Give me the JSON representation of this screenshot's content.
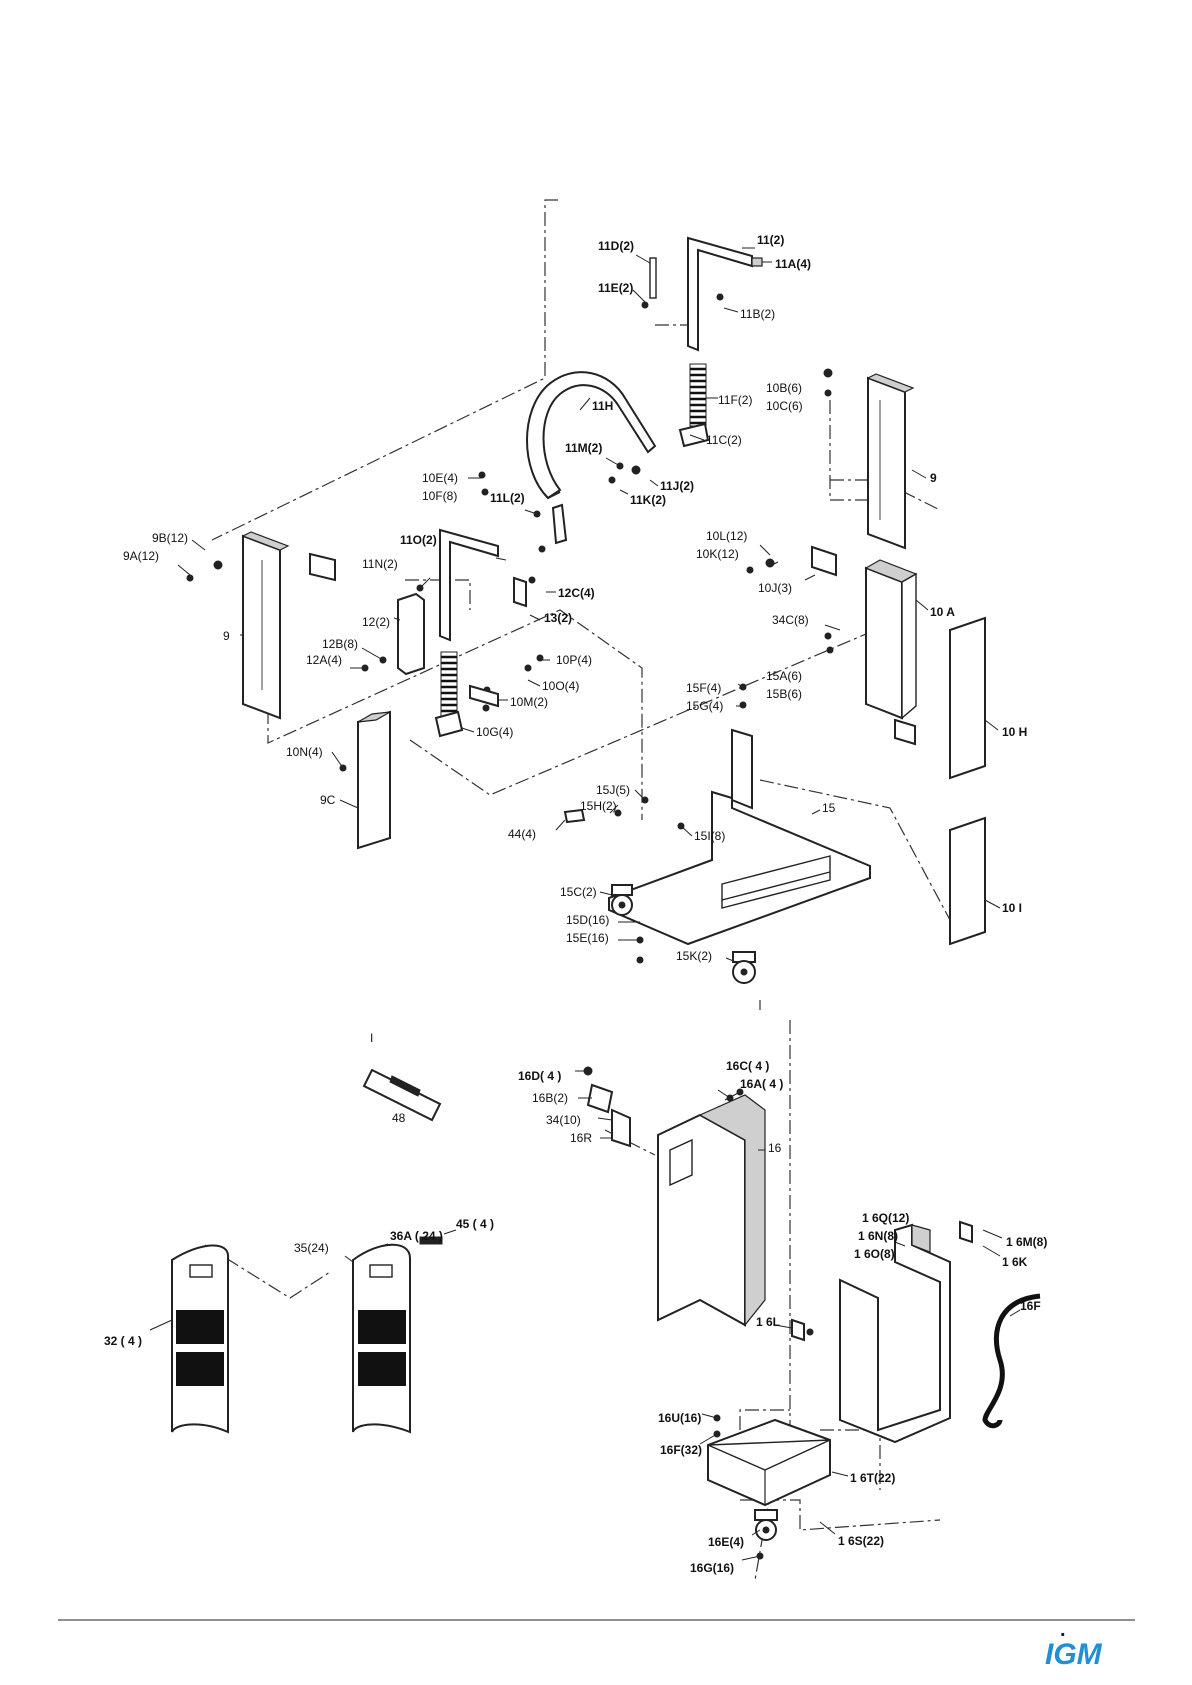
{
  "labels": {
    "11_2": "11(2)",
    "11D_2": "11D(2)",
    "11A_4": "11A(4)",
    "11E_2": "11E(2)",
    "11B_2": "11B(2)",
    "11F_2": "11F(2)",
    "10B_6": "10B(6)",
    "10C_6": "10C(6)",
    "11H": "11H",
    "11C_2": "11C(2)",
    "11M_2": "11M(2)",
    "11J_2": "11J(2)",
    "11K_2": "11K(2)",
    "9": "9",
    "10E_4": "10E(4)",
    "10F_8": "10F(8)",
    "11L_2": "11L(2)",
    "9B_12": "9B(12)",
    "9A_12": "9A(12)",
    "11O_2": "11O(2)",
    "11N_2": "11N(2)",
    "10L_12": "10L(12)",
    "10K_12": "10K(12)",
    "12C_4": "12C(4)",
    "13_2": "13(2)",
    "10J_3": "10J(3)",
    "9_left": "9",
    "12_2": "12(2)",
    "12B_8": "12B(8)",
    "12A_4": "12A(4)",
    "34C_8": "34C(8)",
    "10A": "10 A",
    "15A_6": "15A(6)",
    "15B_6": "15B(6)",
    "10P_4": "10P(4)",
    "10O_4": "10O(4)",
    "10M_2": "10M(2)",
    "15F_4": "15F(4)",
    "15G_4": "15G(4)",
    "10H": "10 H",
    "10N_4": "10N(4)",
    "10G_4": "10G(4)",
    "9C": "9C",
    "15J_5": "15J(5)",
    "15H_2": "15H(2)",
    "15": "15",
    "15I_8": "15I(8)",
    "44_4": "44(4)",
    "10I": "10 I",
    "15C_2": "15C(2)",
    "15D_16": "15D(16)",
    "15E_16": "15E(16)",
    "15K_2": "15K(2)",
    "tick": "I",
    "48": "48",
    "16C_4": "16C( 4 )",
    "16A_4": "16A( 4 )",
    "16D_4": "16D( 4 )",
    "16B_2": "16B(2)",
    "34_10": "34(10)",
    "16R": "16R",
    "16": "16",
    "35_24": "35(24)",
    "36A_24": "36A ( 24 )",
    "45_4": "45 ( 4 )",
    "16Q_12": "1 6Q(12)",
    "16M_8": "1 6M(8)",
    "16N_8": "1 6N(8)",
    "16O_8": "1 6O(8)",
    "16K": "1 6K",
    "32_4": "32 ( 4 )",
    "16L": "1 6L",
    "16F": "16F",
    "16U_16": "16U(16)",
    "16F_32": "16F(32)",
    "16T_22": "1 6T(22)",
    "16E_4": "16E(4)",
    "16S_22": "1 6S(22)",
    "16G_16": "16G(16)"
  },
  "footer": {
    "logo_text": "IGM",
    "logo_mark": "."
  },
  "colors": {
    "line": "#222222",
    "logo_blue": "#1f8fd6",
    "logo_dark": "#1a1a1a"
  }
}
